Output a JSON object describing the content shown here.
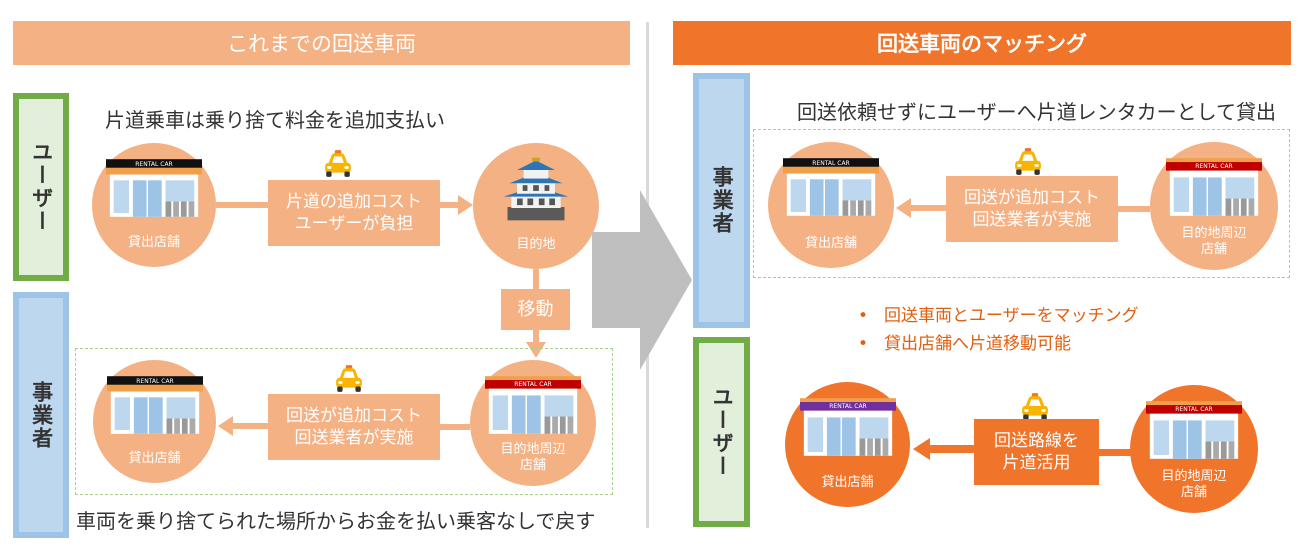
{
  "left": {
    "header": "これまでの回送車両",
    "label_user": "ユーザー",
    "label_business": "事業者",
    "caption_top": "片道乗車は乗り捨て料金を追加支払い",
    "user_flow": {
      "origin": "貸出店舗",
      "box_line1": "片道の追加コスト",
      "box_line2": "ユーザーが負担",
      "destination": "目的地"
    },
    "move": "移動",
    "business_flow": {
      "origin": "貸出店舗",
      "box_line1": "回送が追加コスト",
      "box_line2": "回送業者が実施",
      "dest_line1": "目的地周辺",
      "dest_line2": "店舗"
    },
    "caption_bottom": "車両を乗り捨てられた場所からお金を払い乗客なしで戻す"
  },
  "right": {
    "header": "回送車両のマッチング",
    "label_business": "事業者",
    "label_user": "ユーザー",
    "caption_top": "回送依頼せずにユーザーへ片道レンタカーとして貸出",
    "business_flow": {
      "origin": "貸出店舗",
      "box_line1": "回送が追加コスト",
      "box_line2": "回送業者が実施",
      "dest_line1": "目的地周辺",
      "dest_line2": "店舗"
    },
    "bullets": [
      "回送車両とユーザーをマッチング",
      "貸出店舗へ片道移動可能"
    ],
    "user_flow": {
      "origin": "貸出店舗",
      "box_line1": "回送路線を",
      "box_line2": "片道活用",
      "dest_line1": "目的地周辺",
      "dest_line2": "店舗"
    }
  },
  "shop_sign": "RENTAL CAR",
  "icons": [
    "taxi-icon",
    "rental-shop-icon",
    "castle-icon",
    "arrow-left-icon",
    "arrow-right-icon",
    "arrow-down-icon",
    "big-arrow-icon"
  ],
  "colors": {
    "light_orange": "#f4b183",
    "dark_orange": "#f0742a",
    "user_green": "#70ad47",
    "business_blue": "#9dc3e6",
    "bullet_text": "#e06011",
    "dashed": "#a9d18e"
  }
}
